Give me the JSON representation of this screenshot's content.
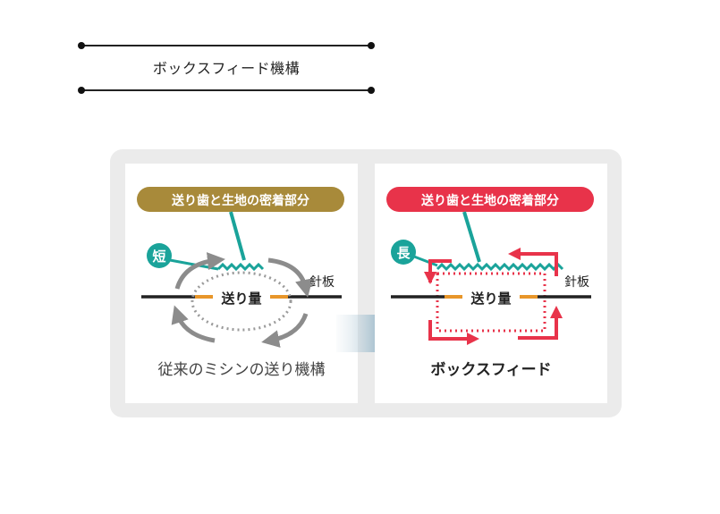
{
  "heading": {
    "title": "ボックスフィード機構"
  },
  "left_panel": {
    "contact_label": "送り歯と生地の密着部分",
    "badge": "短",
    "feed_label": "送り量",
    "plate_label": "針板",
    "caption": "従来のミシンの送り機構"
  },
  "right_panel": {
    "contact_label": "送り歯と生地の密着部分",
    "badge": "長",
    "feed_label": "送り量",
    "plate_label": "針板",
    "caption": "ボックスフィード"
  },
  "colors": {
    "gold": "#a88a3a",
    "teal": "#1aa39a",
    "red": "#e8334a",
    "orange": "#e8962a",
    "gray_arrow": "#8c8c8c",
    "dotted_gray": "#9a9a9a"
  }
}
